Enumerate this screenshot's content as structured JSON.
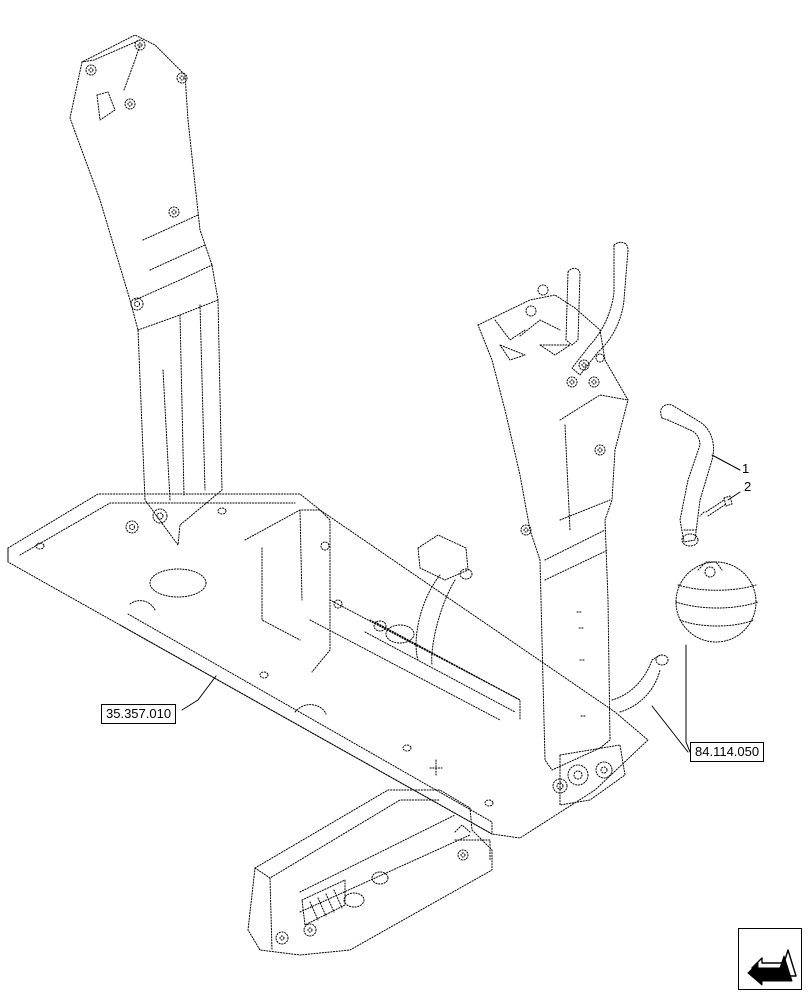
{
  "diagram": {
    "references": [
      {
        "id": "ref-left",
        "label": "35.357.010"
      },
      {
        "id": "ref-right",
        "label": "84.114.050"
      }
    ],
    "callouts": [
      {
        "id": "callout-1",
        "label": "1"
      },
      {
        "id": "callout-2",
        "label": "2"
      }
    ],
    "nav_icon": "arrow-back-icon"
  }
}
